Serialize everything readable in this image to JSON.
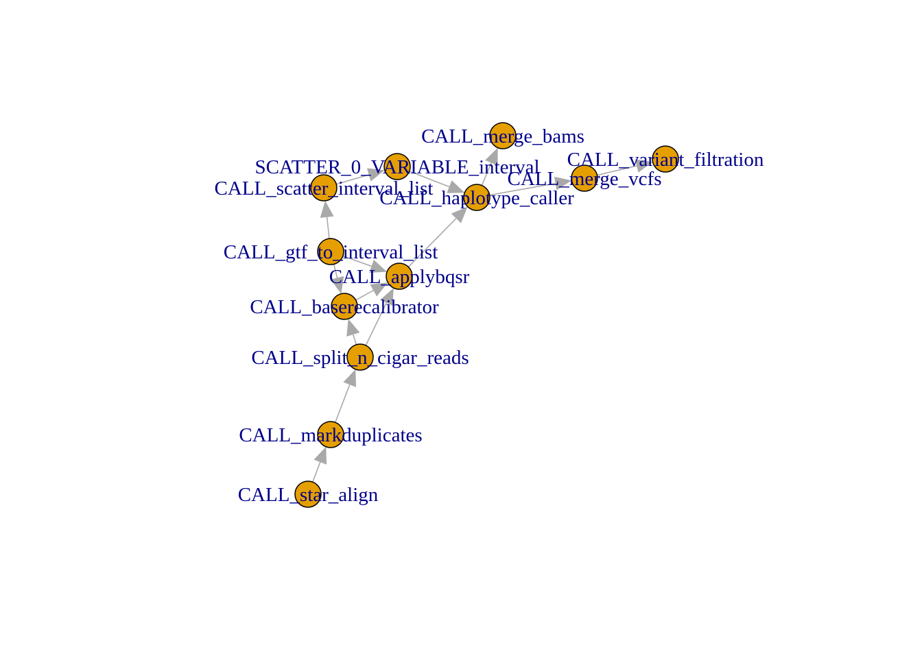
{
  "graph": {
    "node_color": "#e69f00",
    "label_color": "#00008b",
    "edge_color": "#a9a9a9",
    "nodes": [
      {
        "id": "star_align",
        "label": "CALL_star_align"
      },
      {
        "id": "markduplicates",
        "label": "CALL_markduplicates"
      },
      {
        "id": "split_n_cigar_reads",
        "label": "CALL_split_n_cigar_reads"
      },
      {
        "id": "baserecalibrator",
        "label": "CALL_baserecalibrator"
      },
      {
        "id": "applybqsr",
        "label": "CALL_applybqsr"
      },
      {
        "id": "gtf_to_interval_list",
        "label": "CALL_gtf_to_interval_list"
      },
      {
        "id": "scatter_interval_list",
        "label": "CALL_scatter_interval_list"
      },
      {
        "id": "scatter_0",
        "label": "SCATTER_0_VARIABLE_interval"
      },
      {
        "id": "haplotype_caller",
        "label": "CALL_haplotype_caller"
      },
      {
        "id": "merge_bams",
        "label": "CALL_merge_bams"
      },
      {
        "id": "merge_vcfs",
        "label": "CALL_merge_vcfs"
      },
      {
        "id": "variant_filtration",
        "label": "CALL_variant_filtration"
      }
    ],
    "edges": [
      {
        "from": "star_align",
        "to": "markduplicates"
      },
      {
        "from": "markduplicates",
        "to": "split_n_cigar_reads"
      },
      {
        "from": "split_n_cigar_reads",
        "to": "baserecalibrator"
      },
      {
        "from": "split_n_cigar_reads",
        "to": "applybqsr"
      },
      {
        "from": "baserecalibrator",
        "to": "applybqsr"
      },
      {
        "from": "gtf_to_interval_list",
        "to": "baserecalibrator"
      },
      {
        "from": "gtf_to_interval_list",
        "to": "applybqsr"
      },
      {
        "from": "gtf_to_interval_list",
        "to": "scatter_interval_list"
      },
      {
        "from": "scatter_interval_list",
        "to": "scatter_0"
      },
      {
        "from": "scatter_0",
        "to": "haplotype_caller"
      },
      {
        "from": "applybqsr",
        "to": "haplotype_caller"
      },
      {
        "from": "haplotype_caller",
        "to": "merge_bams"
      },
      {
        "from": "haplotype_caller",
        "to": "merge_vcfs"
      },
      {
        "from": "merge_vcfs",
        "to": "variant_filtration"
      }
    ]
  }
}
